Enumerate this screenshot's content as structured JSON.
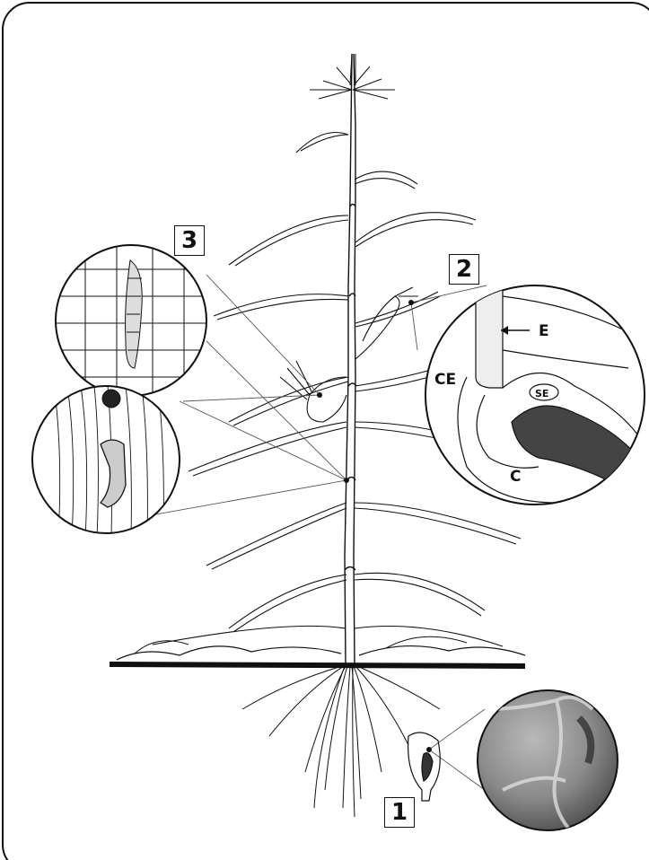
{
  "panels": {
    "seed": {
      "number": "1"
    },
    "ear": {
      "number": "2"
    },
    "borer": {
      "number": "3"
    }
  },
  "inset_labels": {
    "E": "E",
    "CE": "CE",
    "SE": "SE",
    "C": "C"
  },
  "colors": {
    "ink": "#111111",
    "paper": "#ffffff",
    "photo": "#8c8c8c"
  }
}
